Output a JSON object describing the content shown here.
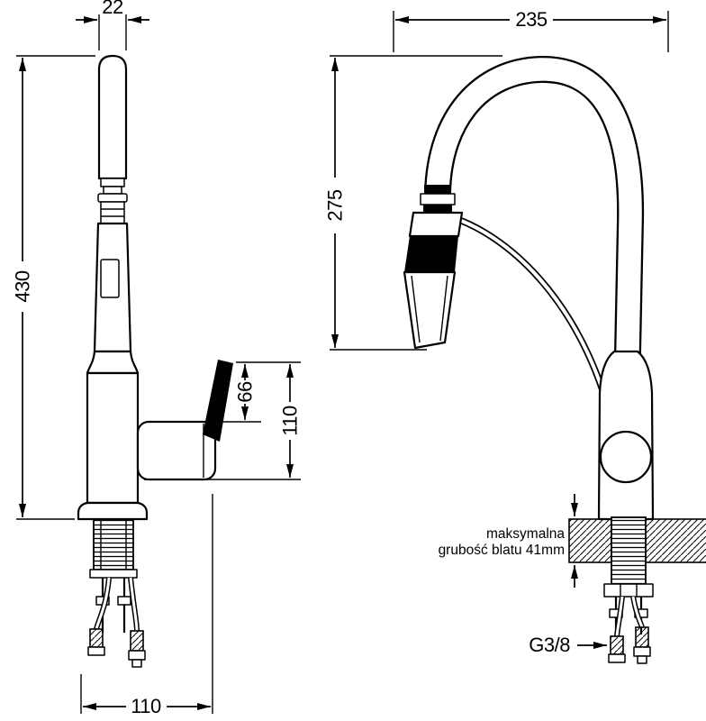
{
  "page": {
    "background": "#ffffff",
    "ink": "#000000"
  },
  "left_view": {
    "dims": {
      "spout_diameter": "22",
      "total_height": "430",
      "lever_height": "66",
      "handle_height": "110",
      "base_depth": "110"
    }
  },
  "right_view": {
    "dims": {
      "spout_reach": "235",
      "spout_height": "275"
    },
    "counter_note_line1": "maksymalna",
    "counter_note_line2": "grubość blatu 41mm",
    "connection_thread": "G3/8"
  }
}
